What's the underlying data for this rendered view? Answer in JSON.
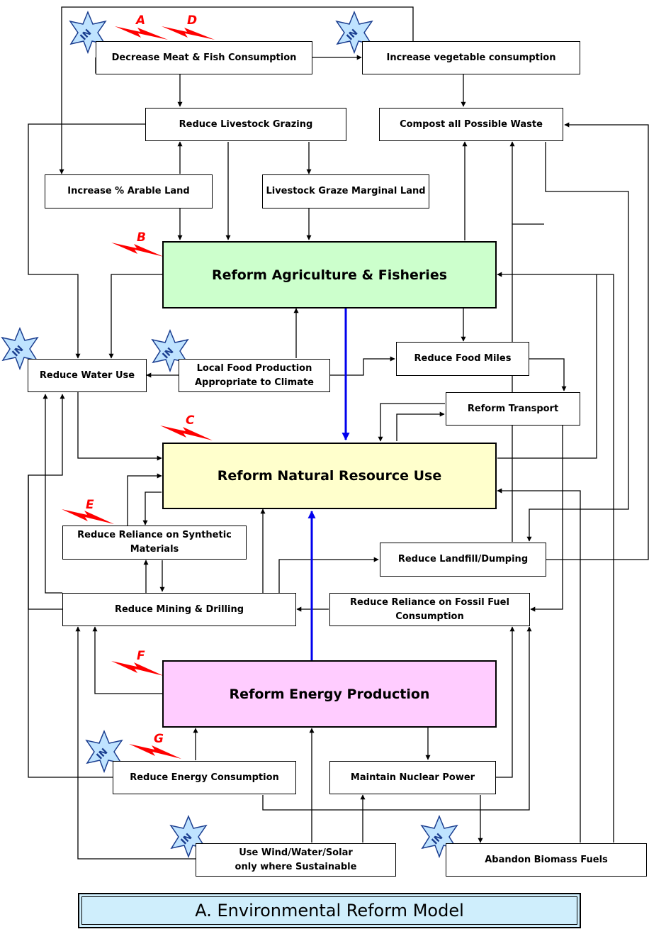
{
  "boxes": {
    "decrease_meat": "Decrease Meat & Fish Consumption",
    "increase_veg": "Increase vegetable consumption",
    "reduce_livestock": "Reduce Livestock Grazing",
    "compost": "Compost all Possible Waste",
    "increase_arable": "Increase % Arable Land",
    "livestock_marginal": "Livestock Graze Marginal Land",
    "reform_agriculture": "Reform Agriculture & Fisheries",
    "reduce_water": "Reduce Water Use",
    "local_food_1": "Local Food Production",
    "local_food_2": "Appropriate to Climate",
    "reduce_food_miles": "Reduce Food Miles",
    "reform_transport": "Reform Transport",
    "reform_natural": "Reform Natural Resource Use",
    "reduce_synthetic_1": "Reduce Reliance on Synthetic",
    "reduce_synthetic_2": "Materials",
    "reduce_landfill": "Reduce Landfill/Dumping",
    "reduce_mining": "Reduce Mining & Drilling",
    "reduce_fossil_1": "Reduce Reliance on Fossil Fuel",
    "reduce_fossil_2": "Consumption",
    "reform_energy": "Reform Energy Production",
    "reduce_energy": "Reduce Energy Consumption",
    "maintain_nuclear": "Maintain Nuclear Power",
    "wind_1": "Use Wind/Water/Solar",
    "wind_2": "only where Sustainable",
    "abandon_biomass": "Abandon Biomass Fuels"
  },
  "lightning_labels": [
    "A",
    "D",
    "B",
    "C",
    "E",
    "F",
    "G"
  ],
  "input_badge_text": "IN",
  "caption": "A. Environmental Reform Model",
  "colors": {
    "agriculture": "#ccffcc",
    "natural": "#ffffcc",
    "energy": "#ffccff",
    "caption_bg": "#cfeefc",
    "arrow_black": "#000000",
    "arrow_blue": "#0000ee",
    "lightning": "#ff0000",
    "in_star_fill": "#bfe3ff",
    "in_star_stroke": "#1a3d8f"
  }
}
